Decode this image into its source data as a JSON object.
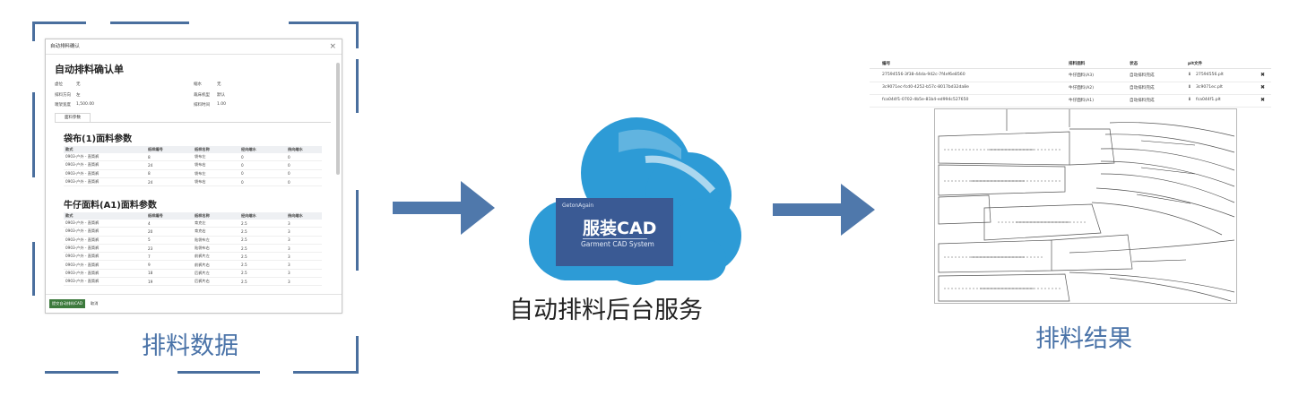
{
  "flow": {
    "left_label": "排料数据",
    "center_label": "自动排料后台服务",
    "right_label": "排料结果"
  },
  "logo": {
    "brand": "GetonAgain",
    "title": "服装CAD",
    "subtitle": "Garment CAD System"
  },
  "dialog": {
    "window_title": "自动排料确认",
    "close_glyph": "×",
    "heading": "自动排料确认单",
    "fields": [
      {
        "label": "虚位",
        "value": "无"
      },
      {
        "label": "缩水",
        "value": "无"
      },
      {
        "label": "排料方向",
        "value": "左"
      },
      {
        "label": "裁床机型",
        "value": "默认"
      },
      {
        "label": "唛架宽度",
        "value": "1,500.00"
      },
      {
        "label": "排料时间",
        "value": "1.00"
      }
    ],
    "tab_label": "面料参数",
    "section1": {
      "title": "袋布(1)面料参数",
      "headers": [
        "款式",
        "纸样编号",
        "纸样名称",
        "经向缩水",
        "纬向缩水"
      ],
      "rows": [
        [
          "0903-户外 - 直筒裤",
          "8",
          "袋布左",
          "0",
          "0"
        ],
        [
          "0903-户外 - 直筒裤",
          "24",
          "袋布右",
          "0",
          "0"
        ],
        [
          "0903-户外 - 直筒裤",
          "8",
          "袋布左",
          "0",
          "0"
        ],
        [
          "0903-户外 - 直筒裤",
          "24",
          "袋布右",
          "0",
          "0"
        ]
      ]
    },
    "section2": {
      "title": "牛仔面料(A1)面料参数",
      "headers": [
        "款式",
        "纸样编号",
        "纸样名称",
        "经向缩水",
        "纬向缩水"
      ],
      "rows": [
        [
          "0903-户外 - 直筒裤",
          "4",
          "育克左",
          "2.5",
          "3"
        ],
        [
          "0903-户外 - 直筒裤",
          "20",
          "育克右",
          "2.5",
          "3"
        ],
        [
          "0903-户外 - 直筒裤",
          "5",
          "贴袋布左",
          "2.5",
          "3"
        ],
        [
          "0903-户外 - 直筒裤",
          "23",
          "贴袋布右",
          "2.5",
          "3"
        ],
        [
          "0903-户外 - 直筒裤",
          "7",
          "前裤片左",
          "2.5",
          "3"
        ],
        [
          "0903-户外 - 直筒裤",
          "9",
          "前裤片右",
          "2.5",
          "3"
        ],
        [
          "0903-户外 - 直筒裤",
          "18",
          "后裤片左",
          "2.5",
          "3"
        ],
        [
          "0903-户外 - 直筒裤",
          "19",
          "后裤片右",
          "2.5",
          "3"
        ]
      ]
    },
    "submit_label": "提交自动排料CAD",
    "cancel_label": "取消"
  },
  "results": {
    "headers": [
      "编号",
      "排料面料",
      "状态",
      "plt文件"
    ],
    "rows": [
      {
        "id": "27594556-3f38-44da-942c-7f4ef6e8560",
        "fabric": "牛仔面料(A3)",
        "status": "自动排料完成",
        "file": "27594556.plt"
      },
      {
        "id": "3c9071ec-fcd0-4252-b57c-8017bd32da8e",
        "fabric": "牛仔面料(A2)",
        "status": "自动排料完成",
        "file": "3c9071ec.plt"
      },
      {
        "id": "fca044f1-0702-4b5e-81b4-ed994c527650",
        "fabric": "牛仔面料(A1)",
        "status": "自动排料完成",
        "file": "fca044f1.plt"
      }
    ],
    "download_glyph": "⬇",
    "delete_glyph": "✖"
  },
  "colors": {
    "bracket": "#4a6f9e",
    "arrow": "#4f78ab",
    "cloud_light": "#2d9bd6",
    "cloud_dark": "#1f86c6",
    "logo_box": "#3a5a94",
    "label_blue": "#4a73a8"
  }
}
